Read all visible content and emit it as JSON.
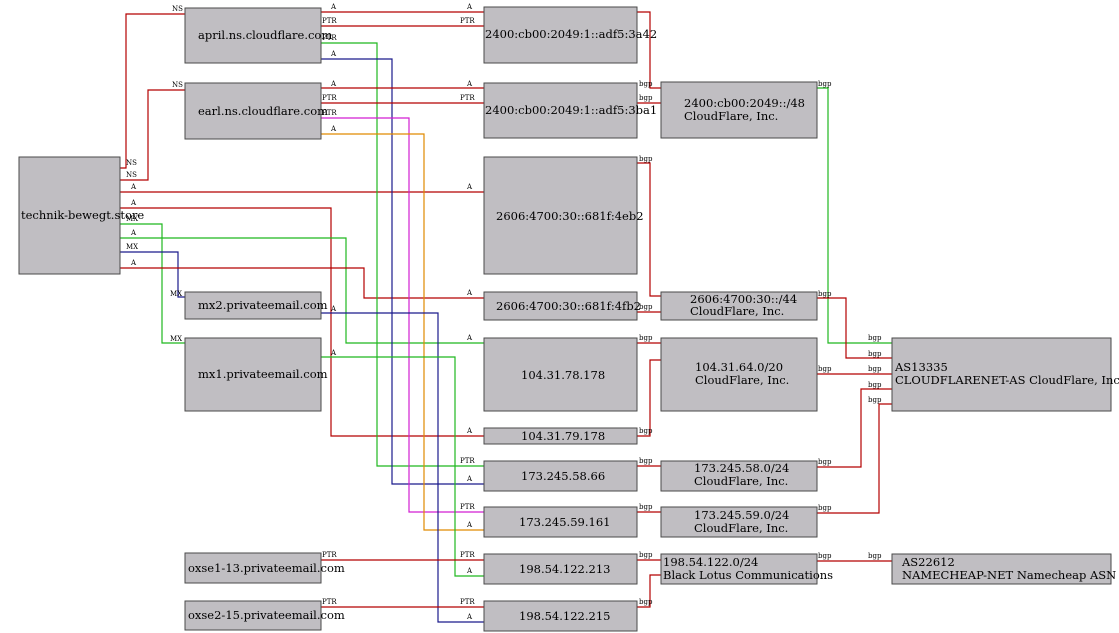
{
  "colors": {
    "red": "#b40000",
    "green": "#1fb81f",
    "navy": "#1a1a8c",
    "magenta": "#d21ed2",
    "orange": "#e08a00",
    "node_fill": "#c0bec2"
  },
  "nodes": {
    "domain": "technik-bewegt.store",
    "april": "april.ns.cloudflare.com",
    "earl": "earl.ns.cloudflare.com",
    "mx2": "mx2.privateemail.com",
    "mx1": "mx1.privateemail.com",
    "oxse1": "oxse1-13.privateemail.com",
    "oxse2": "oxse2-15.privateemail.com",
    "ip_3a42": "2400:cb00:2049:1::adf5:3a42",
    "ip_3ba1": "2400:cb00:2049:1::adf5:3ba1",
    "ip_4eb2": "2606:4700:30::681f:4eb2",
    "ip_4fb2": "2606:4700:30::681f:4fb2",
    "ip_78": "104.31.78.178",
    "ip_79": "104.31.79.178",
    "ip_58": "173.245.58.66",
    "ip_59": "173.245.59.161",
    "ip_213": "198.54.122.213",
    "ip_215": "198.54.122.215",
    "pfx_2400_l1": "2400:cb00:2049::/48",
    "pfx_2400_l2": "CloudFlare, Inc.",
    "pfx_2606_l1": "2606:4700:30::/44",
    "pfx_2606_l2": "CloudFlare, Inc.",
    "pfx_104_l1": "104.31.64.0/20",
    "pfx_104_l2": "CloudFlare, Inc.",
    "pfx_58_l1": "173.245.58.0/24",
    "pfx_58_l2": "CloudFlare, Inc.",
    "pfx_59_l1": "173.245.59.0/24",
    "pfx_59_l2": "CloudFlare, Inc.",
    "pfx_198_l1": "198.54.122.0/24",
    "pfx_198_l2": "Black Lotus Communications",
    "as13335_l1": "AS13335",
    "as13335_l2": "CLOUDFLARENET-AS CloudFlare, Inc.",
    "as22612_l1": "AS22612",
    "as22612_l2": "NAMECHEAP-NET Namecheap ASN"
  },
  "edge_labels": {
    "ns": "NS",
    "a": "A",
    "mx": "MX",
    "ptr": "PTR",
    "bgp": "bgp"
  }
}
